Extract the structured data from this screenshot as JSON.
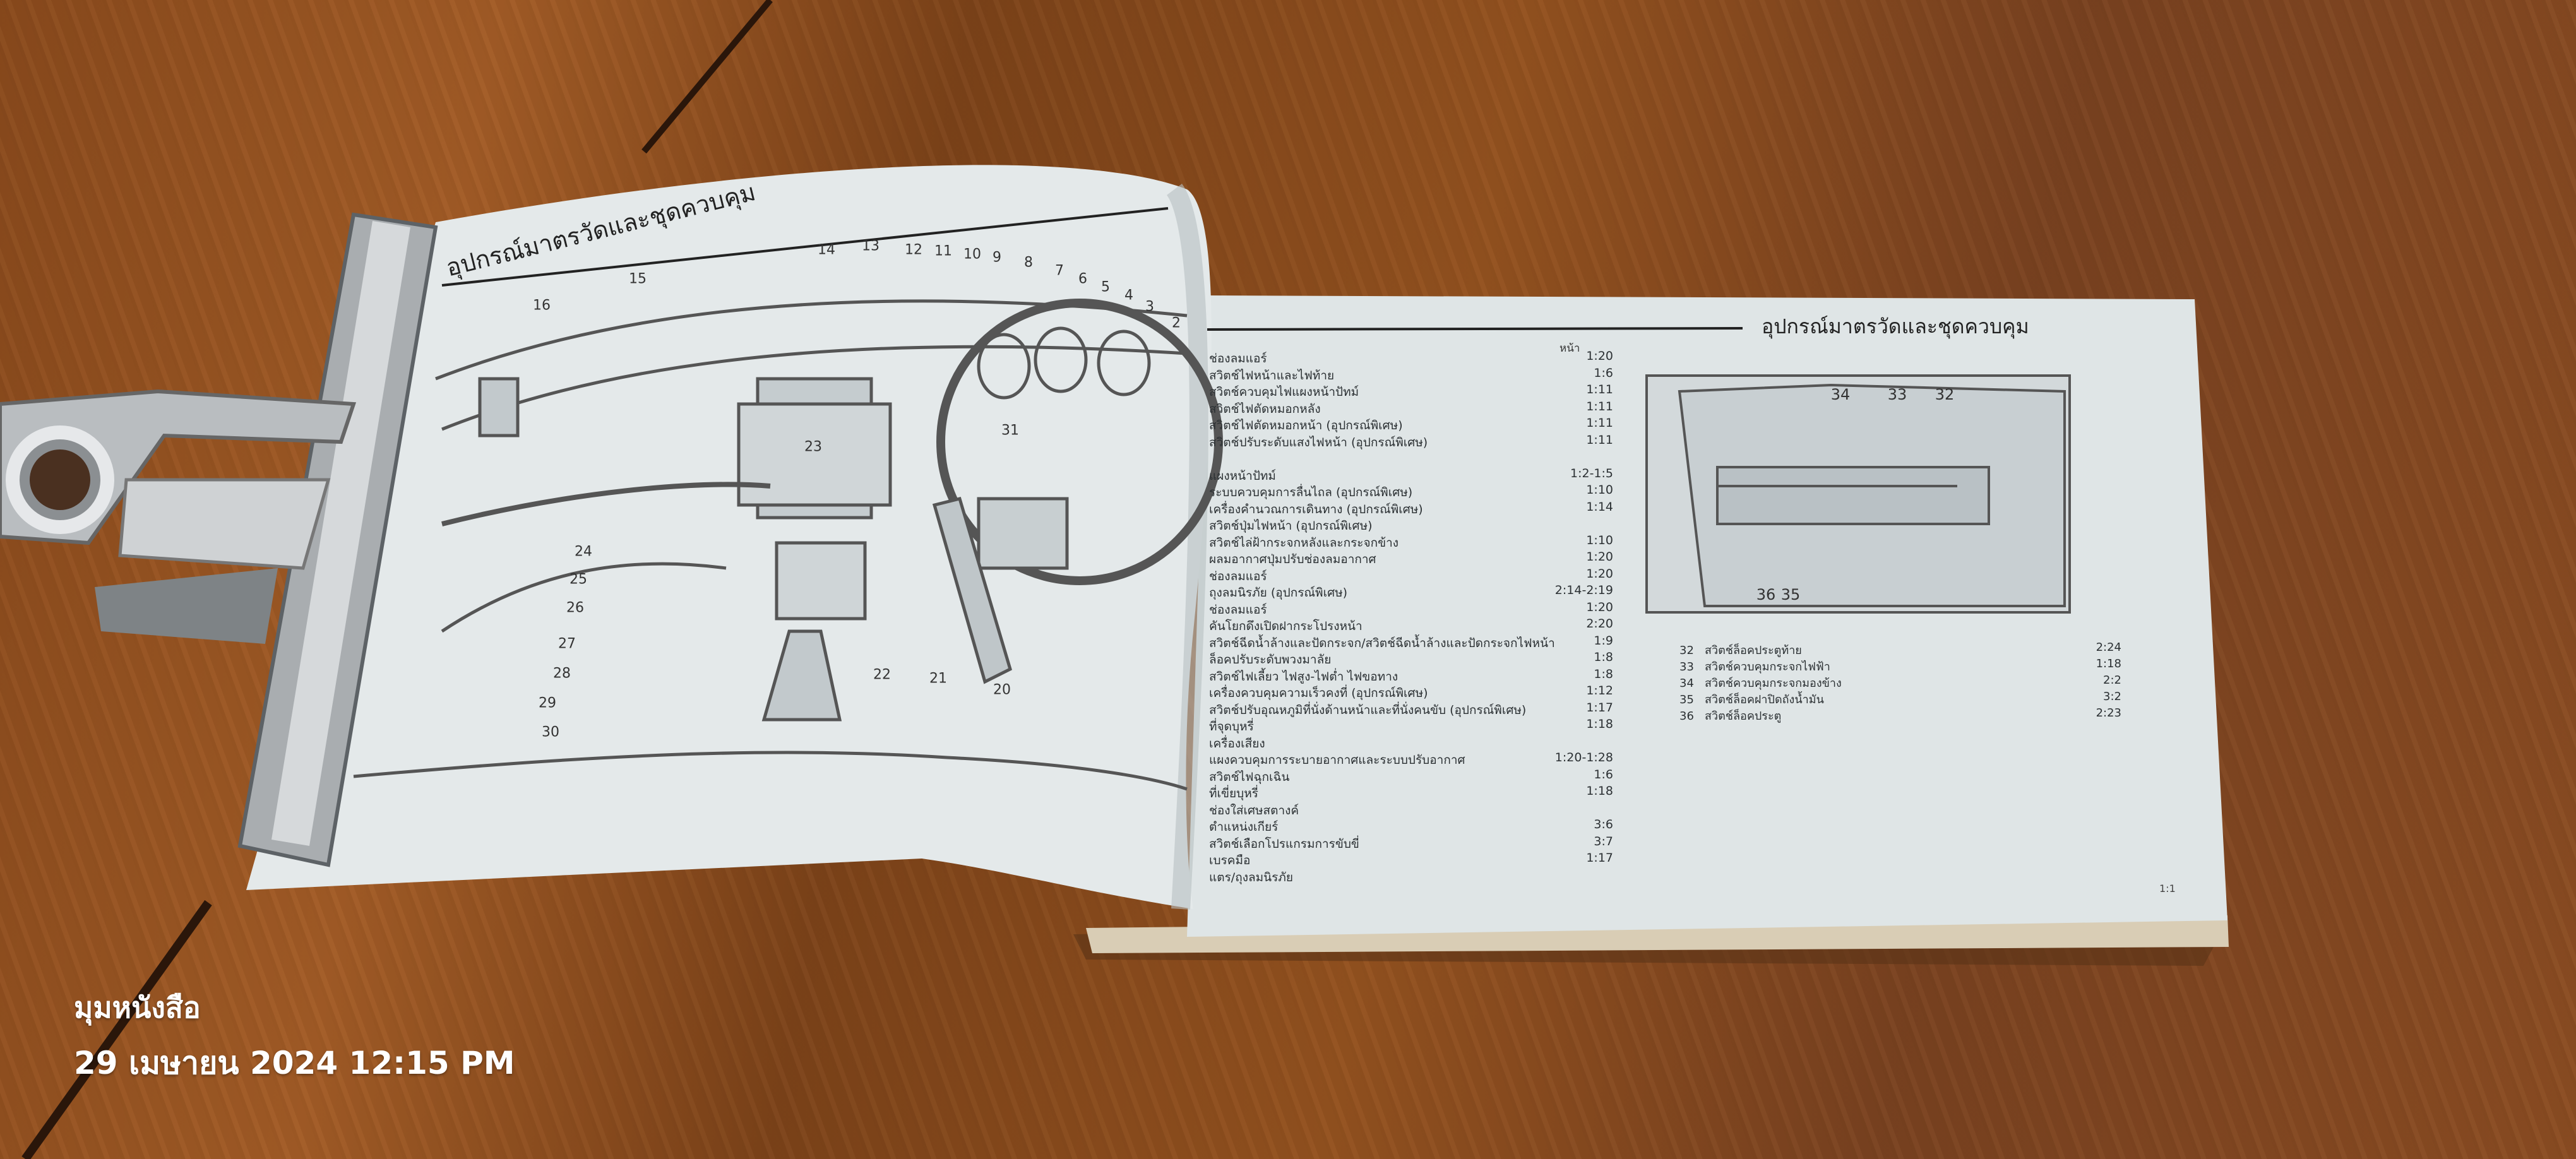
{
  "photo_overlay": {
    "caption": "มุมหนังสือ",
    "timestamp": "29 เมษายน 2024 12:15 PM"
  },
  "left_page": {
    "header": "อุปกรณ์มาตรวัดและชุดควบคุม",
    "callouts": [
      "16",
      "15",
      "14",
      "13",
      "12",
      "11",
      "10",
      "9",
      "8",
      "7",
      "6",
      "5",
      "4",
      "3",
      "2",
      "23",
      "31",
      "24",
      "25",
      "26",
      "27",
      "28",
      "29",
      "30",
      "22",
      "21",
      "20"
    ]
  },
  "right_page": {
    "header": "อุปกรณ์มาตรวัดและชุดควบคุม",
    "page_column_label": "หน้า",
    "items": [
      {
        "label": "ช่องลมแอร์",
        "page": "1:20"
      },
      {
        "label": "สวิตช์ไฟหน้าและไฟท้าย",
        "page": "1:6"
      },
      {
        "label": "สวิตช์ควบคุมไฟแผงหน้าปัทม์",
        "page": "1:11"
      },
      {
        "label": "สวิตช์ไฟตัดหมอกหลัง",
        "page": "1:11"
      },
      {
        "label": "สวิตช์ไฟตัดหมอกหน้า (อุปกรณ์พิเศษ)",
        "page": "1:11"
      },
      {
        "label": "สวิตช์ปรับระดับแสงไฟหน้า (อุปกรณ์พิเศษ)",
        "page": "1:11"
      },
      {
        "label": "",
        "page": ""
      },
      {
        "label": "แผงหน้าปัทม์",
        "page": "1:2-1:5"
      },
      {
        "label": "ระบบควบคุมการลื่นไถล (อุปกรณ์พิเศษ)",
        "page": "1:10"
      },
      {
        "label": "เครื่องคำนวณการเดินทาง (อุปกรณ์พิเศษ)",
        "page": "1:14"
      },
      {
        "label": "สวิตช์ปุ่มไฟหน้า (อุปกรณ์พิเศษ)",
        "page": ""
      },
      {
        "label": "สวิตช์ไล่ฝ้ากระจกหลังและกระจกข้าง",
        "page": "1:10"
      },
      {
        "label": "ผลมอากาศปุ่มปรับช่องลมอากาศ",
        "page": "1:20"
      },
      {
        "label": "ช่องลมแอร์",
        "page": "1:20"
      },
      {
        "label": "ถุงลมนิรภัย (อุปกรณ์พิเศษ)",
        "page": "2:14-2:19"
      },
      {
        "label": "ช่องลมแอร์",
        "page": "1:20"
      },
      {
        "label": "คันโยกดึงเปิดฝากระโปรงหน้า",
        "page": "2:20"
      },
      {
        "label": "สวิตช์ฉีดน้ำล้างและปัดกระจก/สวิตช์ฉีดน้ำล้างและปัดกระจกไฟหน้า",
        "page": "1:9"
      },
      {
        "label": "ล็อคปรับระดับพวงมาลัย",
        "page": "1:8"
      },
      {
        "label": "สวิตช์ไฟเลี้ยว ไฟสูง-ไฟต่ำ ไฟขอทาง",
        "page": "1:8"
      },
      {
        "label": "เครื่องควบคุมความเร็วคงที่ (อุปกรณ์พิเศษ)",
        "page": "1:12"
      },
      {
        "label": "สวิตช์ปรับอุณหภูมิที่นั่งด้านหน้าและที่นั่งคนขับ (อุปกรณ์พิเศษ)",
        "page": "1:17"
      },
      {
        "label": "ที่จุดบุหรี่",
        "page": "1:18"
      },
      {
        "label": "เครื่องเสียง",
        "page": ""
      },
      {
        "label": "แผงควบคุมการระบายอากาศและระบบปรับอากาศ",
        "page": "1:20-1:28"
      },
      {
        "label": "สวิตช์ไฟฉุกเฉิน",
        "page": "1:6"
      },
      {
        "label": "ที่เขี่ยบุหรี่",
        "page": "1:18"
      },
      {
        "label": "ช่องใส่เศษสตางค์",
        "page": ""
      },
      {
        "label": "ตำแหน่งเกียร์",
        "page": "3:6"
      },
      {
        "label": "สวิตช์เลือกโปรแกรมการขับขี่",
        "page": "3:7"
      },
      {
        "label": "เบรคมือ",
        "page": "1:17"
      },
      {
        "label": "แตร/ถุงลมนิรภัย",
        "page": ""
      }
    ],
    "door_callouts": [
      "34",
      "33",
      "32",
      "36",
      "35"
    ],
    "door_items": [
      {
        "num": "32",
        "label": "สวิตช์ล็อคประตูท้าย",
        "page": "2:24"
      },
      {
        "num": "33",
        "label": "สวิตช์ควบคุมกระจกไฟฟ้า",
        "page": "1:18"
      },
      {
        "num": "34",
        "label": "สวิตช์ควบคุมกระจกมองข้าง",
        "page": "2:2"
      },
      {
        "num": "35",
        "label": "สวิตช์ล็อคฝาปิดถังน้ำมัน",
        "page": "3:2"
      },
      {
        "num": "36",
        "label": "สวิตช์ล็อคประตู",
        "page": "2:23"
      }
    ],
    "page_number": "1:1"
  }
}
